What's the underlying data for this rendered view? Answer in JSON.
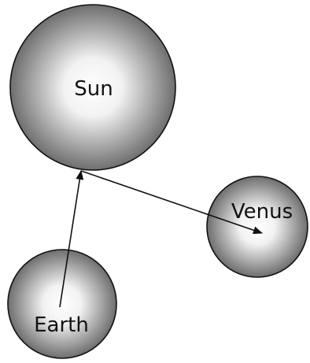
{
  "bodies": {
    "sun": {
      "label": "Sun"
    },
    "venus": {
      "label": "Venus"
    },
    "earth": {
      "label": "Earth"
    }
  },
  "colors": {
    "sphere_center": "#ffffff",
    "sphere_edge": "#6e6e6e",
    "outline": "#111111",
    "arrow": "#111111"
  }
}
